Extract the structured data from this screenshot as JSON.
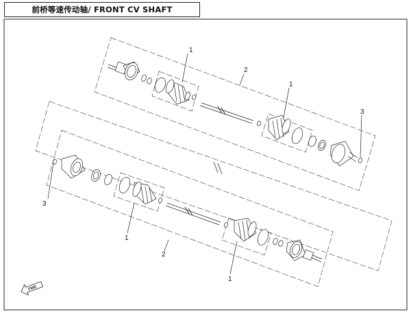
{
  "title": "前桥等速传动轴/ FRONT CV SHAFT",
  "callouts": {
    "upper_boot_left": "1",
    "upper_assembly": "2",
    "upper_boot_right": "1",
    "upper_clip": "3",
    "lower_clip": "3",
    "lower_boot_left": "1",
    "lower_assembly": "2",
    "lower_boot_right": "1"
  },
  "fwd_label": "FWD"
}
